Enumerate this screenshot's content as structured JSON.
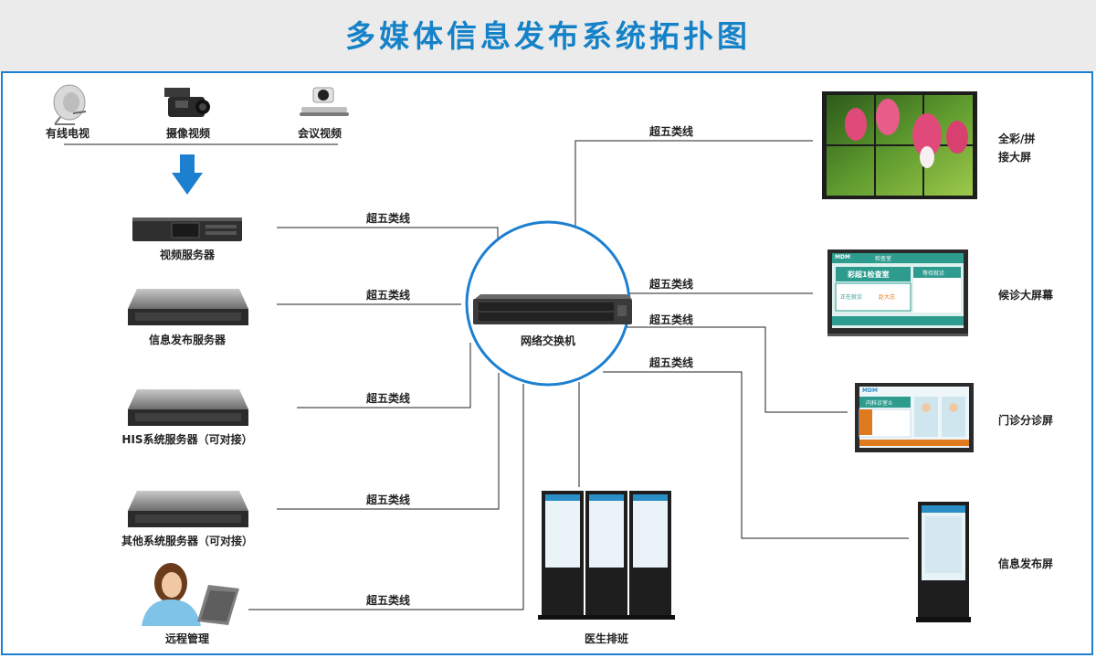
{
  "title": "多媒体信息发布系统拓扑图",
  "sources": [
    "有线电视",
    "摄像视频",
    "会议视频"
  ],
  "left_devices": [
    "视频服务器",
    "信息发布服务器",
    "HIS系统服务器（可对接）",
    "其他系统服务器（可对接）",
    "远程管理"
  ],
  "center": "网络交换机",
  "cable_label": "超五类线",
  "right_devices": [
    "全彩/拼",
    "接大屏",
    "候诊大屏幕",
    "门诊分诊屏",
    "信息发布屏"
  ],
  "bottom_device": "医生排班",
  "screen_texts": {
    "waiting_header": "检查室",
    "waiting_room": "彩超1检查室",
    "waiting_side": "等待就诊",
    "waiting_now": "正在就诊",
    "waiting_name": "赵大志",
    "triage_room": "内科诊室①",
    "mdm": "MDM"
  },
  "colors": {
    "accent": "#1d7fcf",
    "title": "#1582c8",
    "line": "#222222",
    "teal": "#2d9c8f",
    "orange": "#e07a1f"
  },
  "icons": [
    "satellite-dish-icon",
    "video-camera-icon",
    "conference-camera-icon",
    "down-arrow-icon",
    "person-laptop-icon"
  ]
}
